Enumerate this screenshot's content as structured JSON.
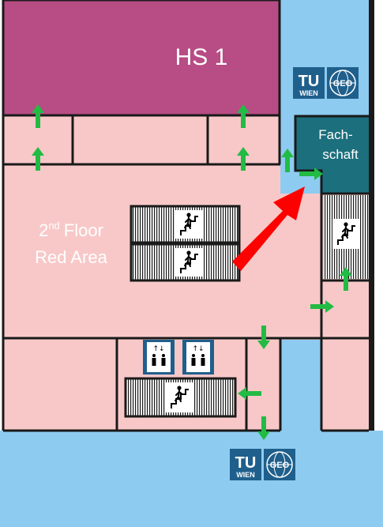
{
  "rooms": {
    "lecture_hall": "HS 1",
    "fachschaft_line1": "Fach-",
    "fachschaft_line2": "schaft"
  },
  "area_label": {
    "floor_number": "2",
    "floor_suffix": "nd",
    "floor_word": "Floor",
    "area_name": "Red Area"
  },
  "logos": {
    "tu_text": "TU",
    "wien_text": "WIEN",
    "geo_text": "GEO"
  },
  "colors": {
    "red_area": "#f8c8c8",
    "lecture_hall": "#b84c84",
    "fachschaft": "#1c6f7c",
    "corridor_blue": "#8ecbf0",
    "exit_arrow": "#22bb44",
    "highlight_arrow": "#ff0000",
    "wall": "#1a1a1a",
    "elevator": "#1f5f8c"
  },
  "icons": {
    "stairs": "stairs-person-icon",
    "elevator": "elevator-icon",
    "exit_arrow": "green-arrow-icon",
    "route": "red-route-arrow-icon"
  }
}
